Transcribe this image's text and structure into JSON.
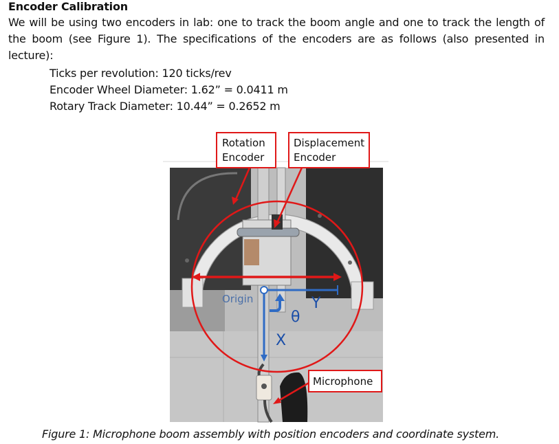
{
  "document": {
    "heading": "Encoder Calibration",
    "paragraph": "We will be using two encoders in lab: one to track the boom angle and one to track the length of the boom (see Figure 1). The specifications of the encoders are as follows (also presented in lecture):",
    "specs": [
      "Ticks per revolution: 120 ticks/rev",
      "Encoder Wheel Diameter: 1.62” = 0.0411 m",
      "Rotary Track Diameter: 10.44” = 0.2652 m"
    ],
    "caption": "Figure 1: Microphone boom assembly with position encoders and coordinate system."
  },
  "figure": {
    "labels": {
      "rotation_line1": "Rotation",
      "rotation_line2": "Encoder",
      "displacement_line1": "Displacement",
      "displacement_line2": "Encoder",
      "microphone": "Microphone",
      "origin": "Origin",
      "x_axis": "X",
      "y_axis": "Y",
      "theta": "θ"
    },
    "colors": {
      "annotation_red": "#e01818",
      "axis_blue": "#2f6bc4"
    }
  }
}
